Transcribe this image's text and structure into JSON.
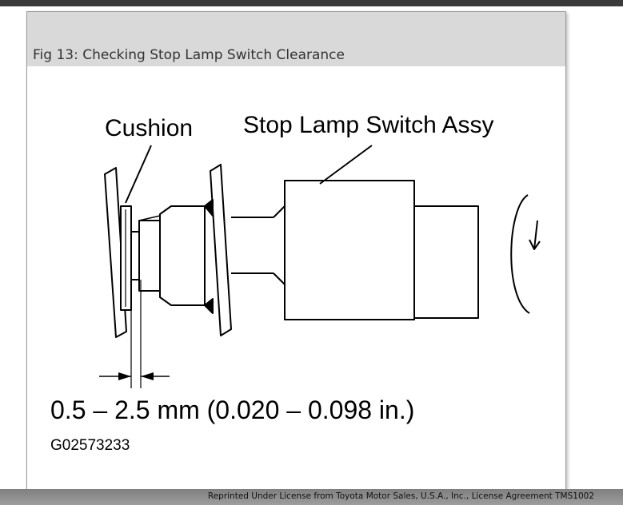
{
  "figure": {
    "caption": "Fig 13: Checking Stop Lamp Switch Clearance",
    "labels": {
      "cushion": "Cushion",
      "switch_assy": "Stop Lamp Switch Assy",
      "clearance": "0.5 – 2.5 mm (0.020 – 0.098 in.)",
      "code": "G02573233"
    }
  },
  "footer": {
    "license": "Reprinted Under License from Toyota Motor Sales, U.S.A., Inc., License Agreement TMS1002"
  },
  "colors": {
    "caption_bar": "#d9d9d9",
    "footer_bar": "#8c8c8c",
    "top_bar": "#3a3a3a",
    "line": "#000000"
  }
}
